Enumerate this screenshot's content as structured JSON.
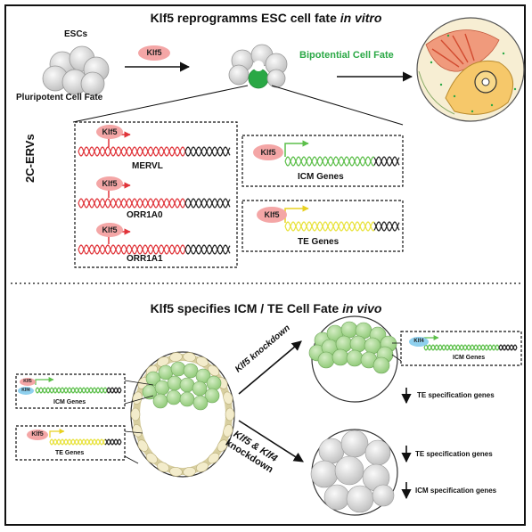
{
  "top_section": {
    "title": "Klf5 reprogramms ESC cell fate",
    "title_italic": "in vitro",
    "escs_label": "ESCs",
    "pluripotent_label": "Pluripotent Cell Fate",
    "arrow_klf5": "Klf5",
    "bipotential_label": "Bipotential Cell Fate",
    "erv_group_label": "2C-ERVs",
    "genes": [
      {
        "factor": "Klf5",
        "name": "MERVL"
      },
      {
        "factor": "Klf5",
        "name": "ORR1A0"
      },
      {
        "factor": "Klf5",
        "name": "ORR1A1"
      },
      {
        "factor": "Klf5",
        "name": "ICM Genes"
      },
      {
        "factor": "Klf5",
        "name": "TE Genes"
      }
    ]
  },
  "bottom_section": {
    "title": "Klf5 specifies ICM / TE Cell Fate",
    "title_italic": "in vivo",
    "icm_box": {
      "factor1": "Klf5",
      "factor2": "Klf4",
      "label": "ICM Genes"
    },
    "te_box": {
      "factor": "Klf5",
      "label": "TE Genes"
    },
    "kd1_label": "Klf5 knockdown",
    "kd2_label_line1": "Klf5 & Klf4",
    "kd2_label_line2": "knockdown",
    "kd1_box": {
      "factor": "Klf4",
      "label": "ICM Genes"
    },
    "kd1_effect": "TE specification genes",
    "kd2_effect1": "TE specification genes",
    "kd2_effect2": "ICM specification genes"
  },
  "colors": {
    "red_helix": "#e0343a",
    "green_helix": "#5cbf4a",
    "yellow_helix": "#e8e23a",
    "klf5_bubble": "#f4a6a6",
    "klf4_bubble": "#8fd0ee",
    "bipotential_green": "#2aa845",
    "icm_green": "#a8d690",
    "te_cream": "#f3eccb"
  }
}
